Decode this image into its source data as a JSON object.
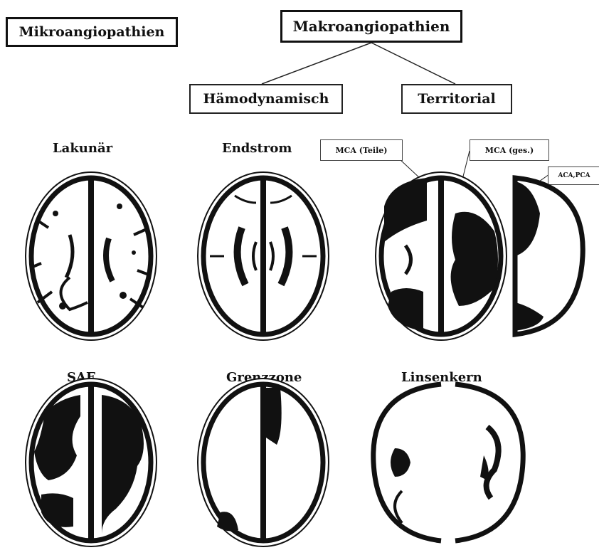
{
  "headers": {
    "mikro": "Mikroangiopathien",
    "makro": "Makroangiopathien",
    "haemo": "Hämodynamisch",
    "territorial": "Territorial"
  },
  "labels": {
    "lakunar": "Lakunär",
    "endstrom": "Endstrom",
    "sae": "SAE",
    "grenzzone": "Grenzzone",
    "linsenkern": "Linsenkern"
  },
  "callouts": {
    "mca_teile": "MCA (Teile)",
    "mca_ges": "MCA (ges.)",
    "aca_pca": "ACA,PCA"
  }
}
